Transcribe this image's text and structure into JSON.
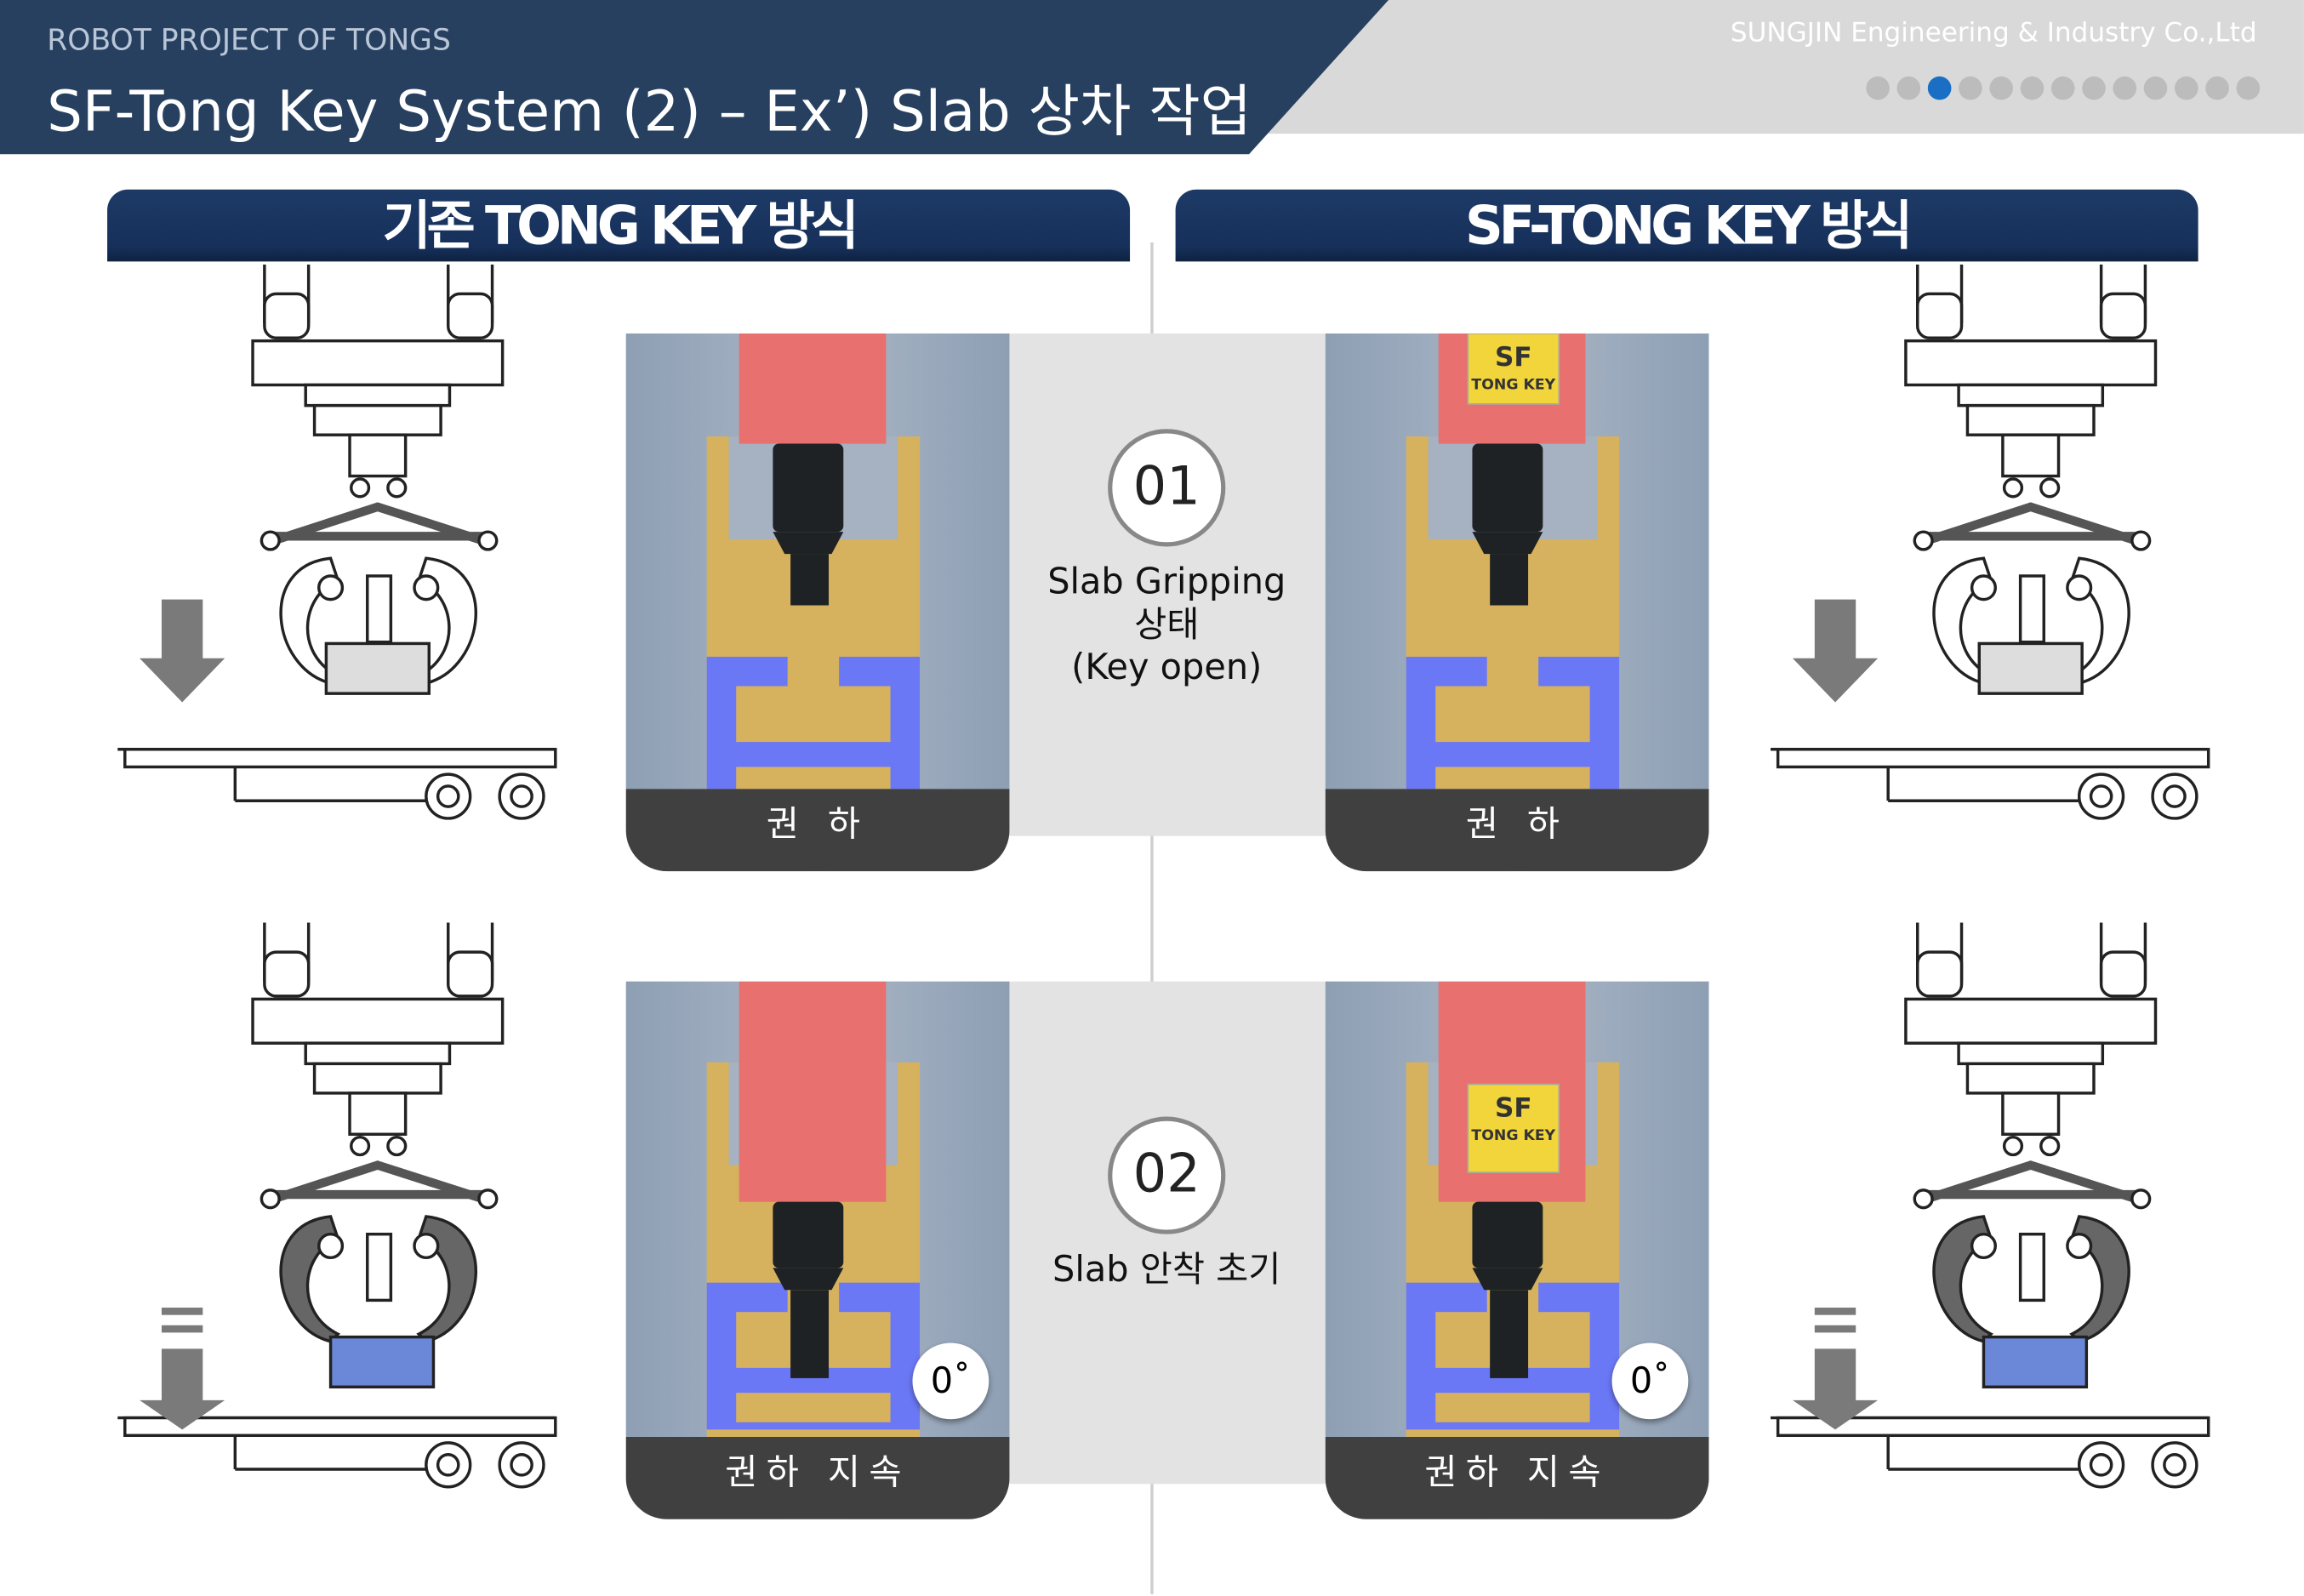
{
  "header": {
    "subtitle": "ROBOT PROJECT OF TONGS",
    "title": "SF-Tong Key System (2) – Ex’) Slab 상차 작업",
    "company": "SUNGJIN Engineering & Industry Co.,Ltd",
    "page_dots_total": 13,
    "page_dots_active": 3
  },
  "sections": {
    "left": "기존 TONG KEY 방식",
    "right": "SF-TONG KEY 방식"
  },
  "steps": [
    {
      "number": "01",
      "line1": "Slab Gripping",
      "line2": "상태",
      "line3": "(Key open)",
      "left_caption": "권 하",
      "right_caption": "권 하"
    },
    {
      "number": "02",
      "line1": "Slab 안착 초기",
      "left_caption": "권하 지속",
      "right_caption": "권하 지속",
      "angle": "0˚"
    }
  ],
  "label": {
    "sf": "SF",
    "tongkey": "TONG KEY"
  },
  "colors": {
    "header_blue": "#27405f",
    "section_blue": "#1d3a66",
    "active_dot": "#1a6fc4",
    "caption_bg": "#404040"
  }
}
